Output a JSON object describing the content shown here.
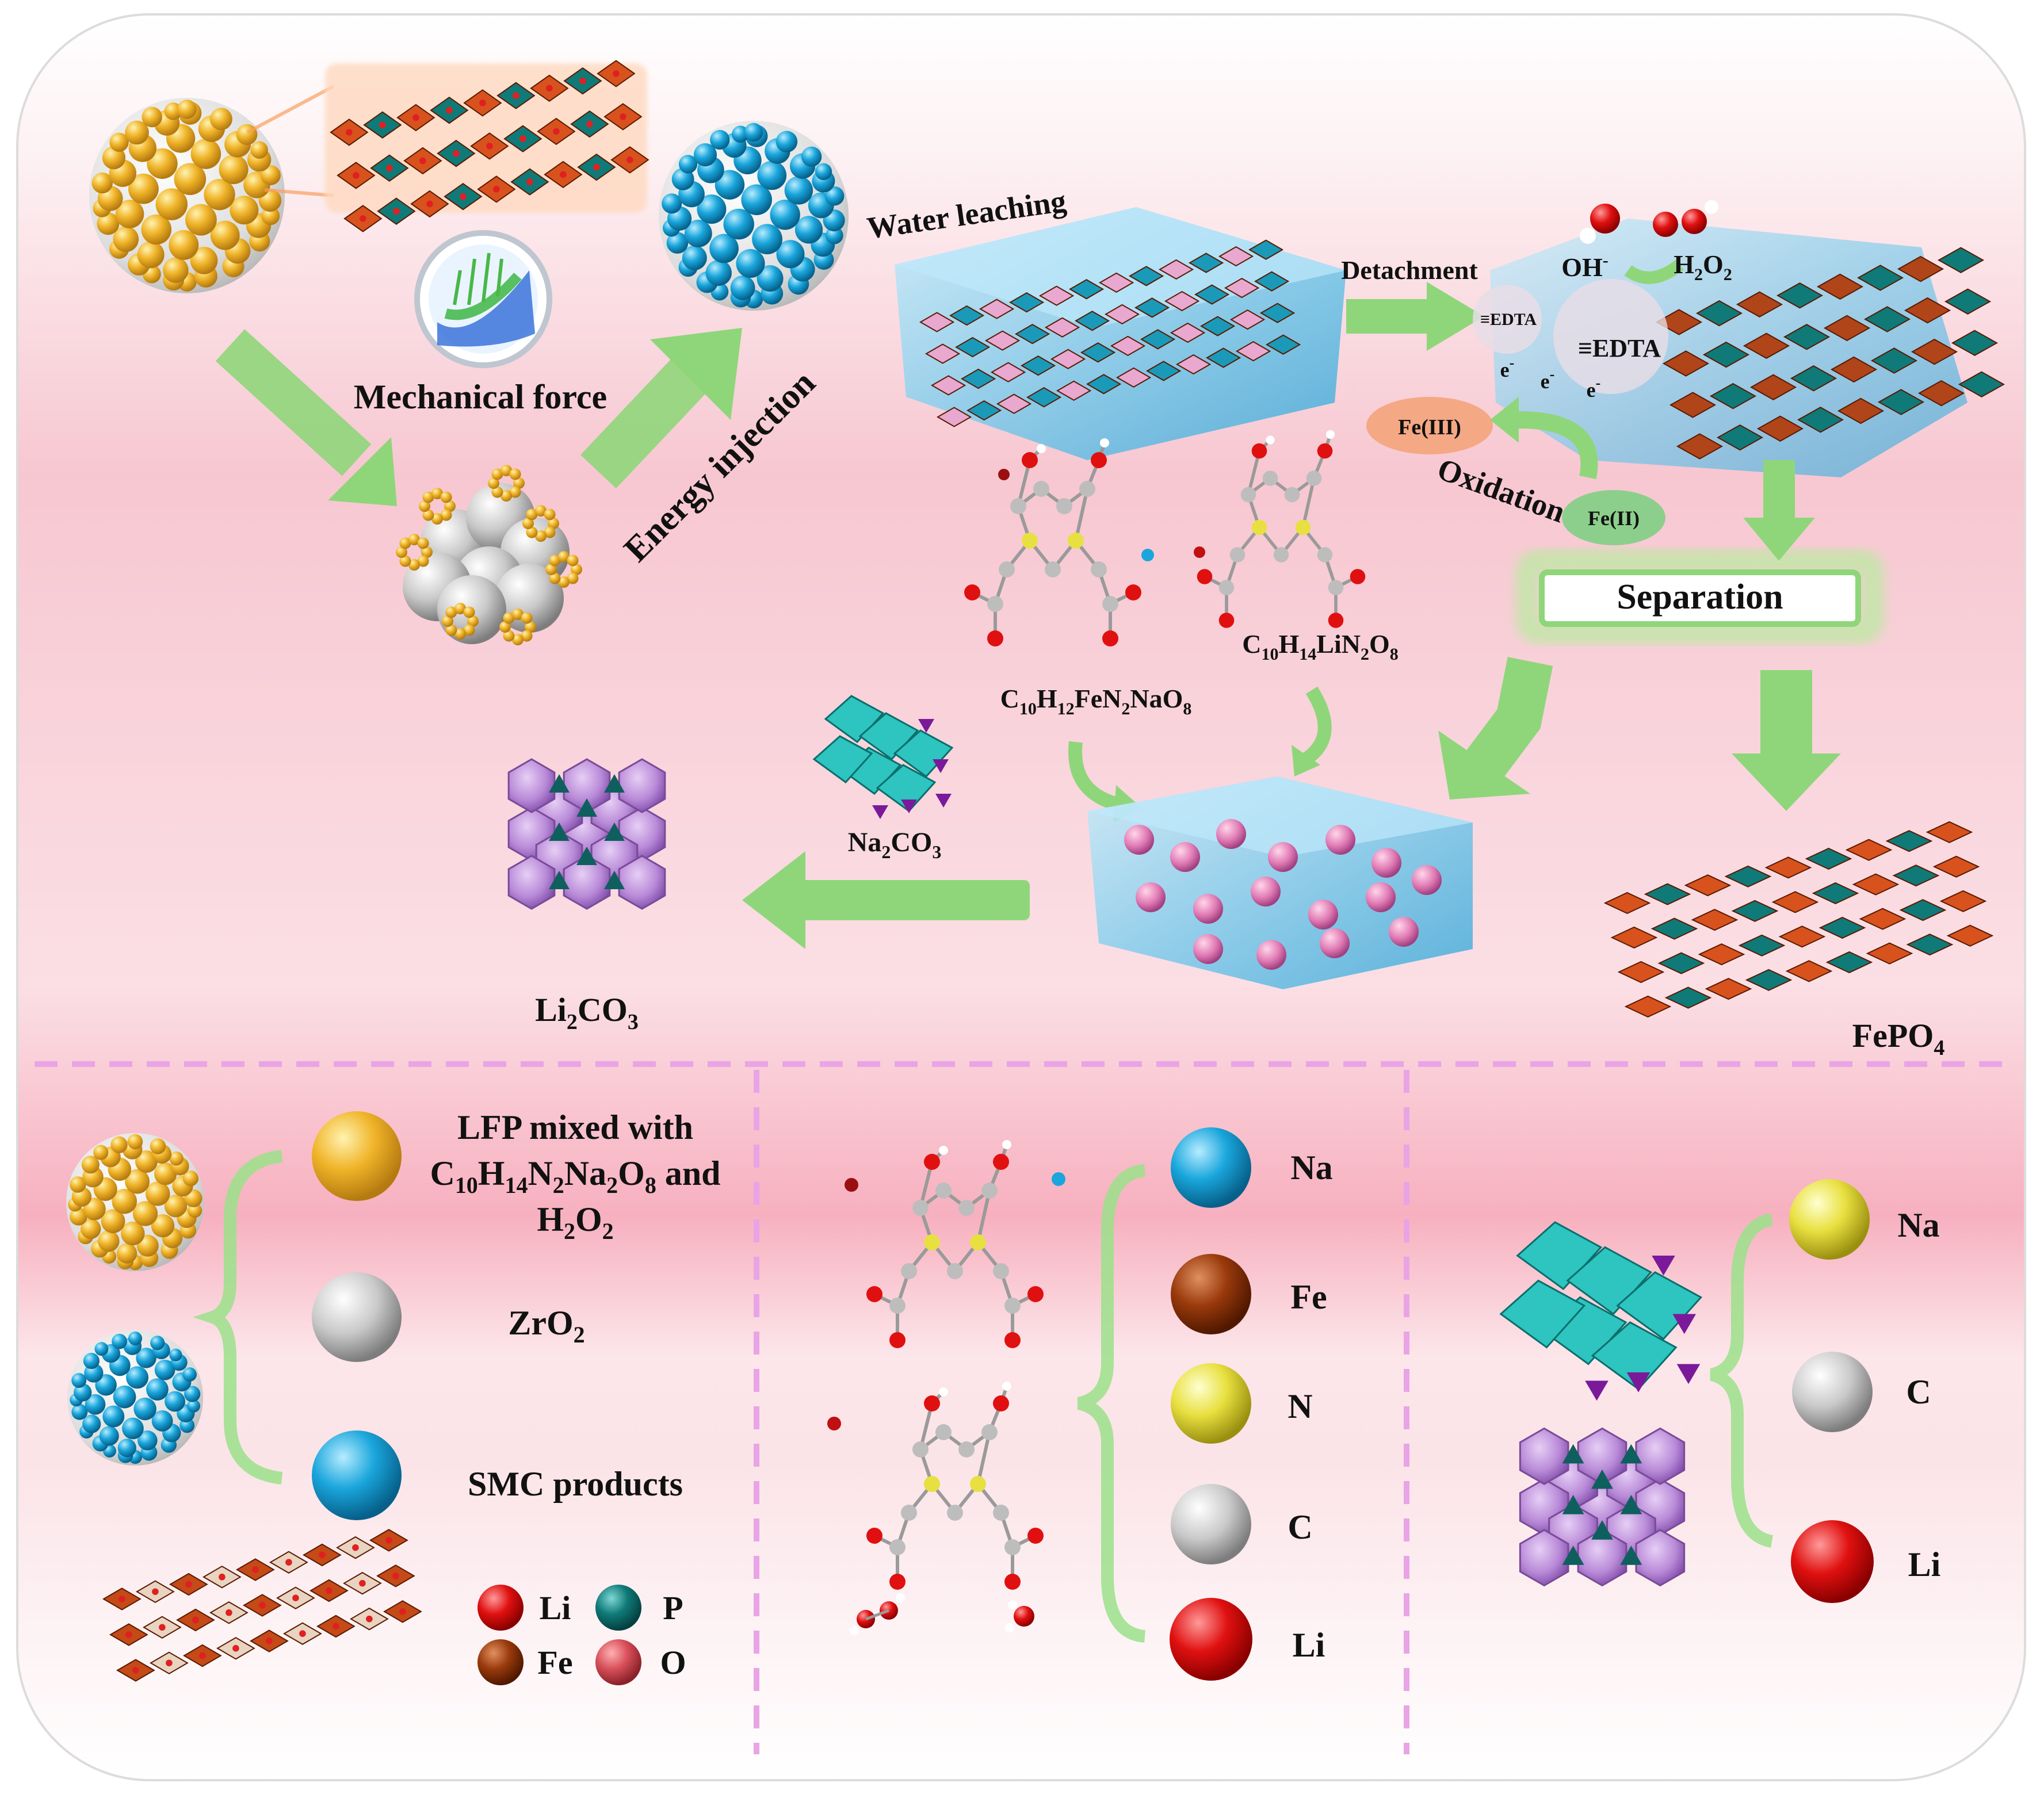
{
  "top": {
    "mechanical_force": "Mechanical force",
    "energy_injection": "Energy injection",
    "water_leaching": "Water leaching",
    "detachment": "Detachment",
    "oh": "OH",
    "oh_sup": "-",
    "h2o2": "H",
    "h2o2_sub": "2",
    "h2o2_o": "O",
    "h2o2_sub2": "2",
    "edta_small": "≡EDTA",
    "edta_large": "≡EDTA",
    "electron": "e",
    "electron_sup": "-",
    "fe3": "Fe(III)",
    "fe2": "Fe(II)",
    "oxidation": "Oxidation",
    "separation": "Separation",
    "formula_fe": "C10H12FeN2NaO8",
    "formula_li": "C10H14LiN2O8",
    "na2co3": "Na2CO3",
    "li2co3": "Li2CO3",
    "fepo4": "FePO4"
  },
  "legend_left": {
    "lfp_line1": "LFP mixed with",
    "lfp_line2": "C10H14N2Na2O8 and",
    "lfp_line3": "H2O2",
    "zro2": "ZrO2",
    "smc": "SMC products",
    "li": "Li",
    "p": "P",
    "fe": "Fe",
    "o": "O"
  },
  "legend_middle": {
    "na": "Na",
    "fe": "Fe",
    "n": "N",
    "c": "C",
    "li": "Li"
  },
  "legend_right": {
    "na": "Na",
    "c": "C",
    "li": "Li"
  },
  "colors": {
    "yellow_ball": "#f0b429",
    "blue_ball": "#1aa6dc",
    "grey_ball": "#bdbdbd",
    "red_ball": "#e01010",
    "brown_ball": "#9a3a0c",
    "teal_ball": "#0f7a78",
    "pink_ball": "#d8505a",
    "na_yellow": "#e8e040",
    "green_arrow": "#8fd67a",
    "fepo4_orange": "#d8521e",
    "li2co3_purple": "#b98ad8",
    "na2co3_teal": "#2ec4c0",
    "divider_pink": "#e9a4e6"
  }
}
